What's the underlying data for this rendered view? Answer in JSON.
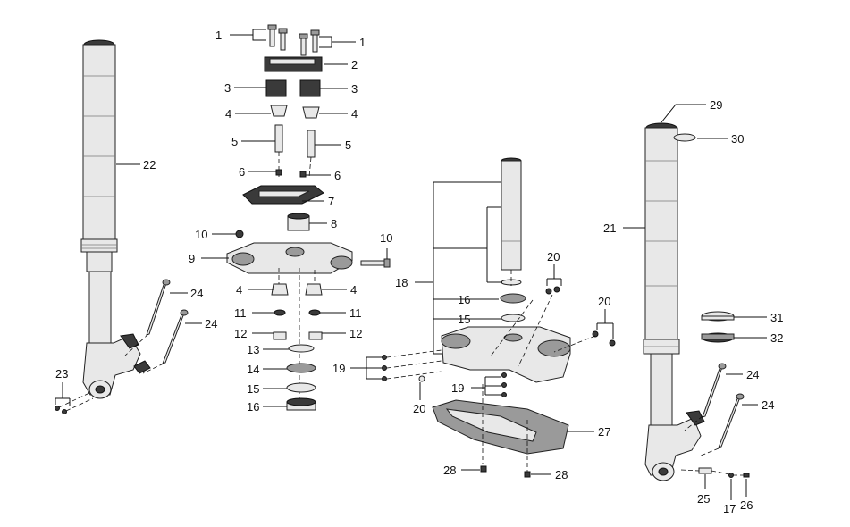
{
  "diagram": {
    "callouts": {
      "c1a": "1",
      "c1b": "1",
      "c2": "2",
      "c3a": "3",
      "c3b": "3",
      "c4a": "4",
      "c4b": "4",
      "c5a": "5",
      "c5b": "5",
      "c6a": "6",
      "c6b": "6",
      "c7": "7",
      "c8": "8",
      "c10a": "10",
      "c10b": "10",
      "c9": "9",
      "c4c": "4",
      "c4d": "4",
      "c11a": "11",
      "c11b": "11",
      "c12a": "12",
      "c12b": "12",
      "c13": "13",
      "c14": "14",
      "c15a": "15",
      "c16a": "16",
      "c22": "22",
      "c24a": "24",
      "c24b": "24",
      "c23": "23",
      "c18": "18",
      "c16b": "16",
      "c15b": "15",
      "c20a": "20",
      "c20b": "20",
      "c19a": "19",
      "c19b": "19",
      "c20c": "20",
      "c27": "27",
      "c28a": "28",
      "c28b": "28",
      "c29": "29",
      "c30": "30",
      "c21": "21",
      "c31": "31",
      "c32": "32",
      "c24c": "24",
      "c24d": "24",
      "c25": "25",
      "c17": "17",
      "c26": "26"
    },
    "colors": {
      "line": "#111111",
      "part_light": "#e8e8e8",
      "part_dark": "#3a3a3a"
    }
  }
}
